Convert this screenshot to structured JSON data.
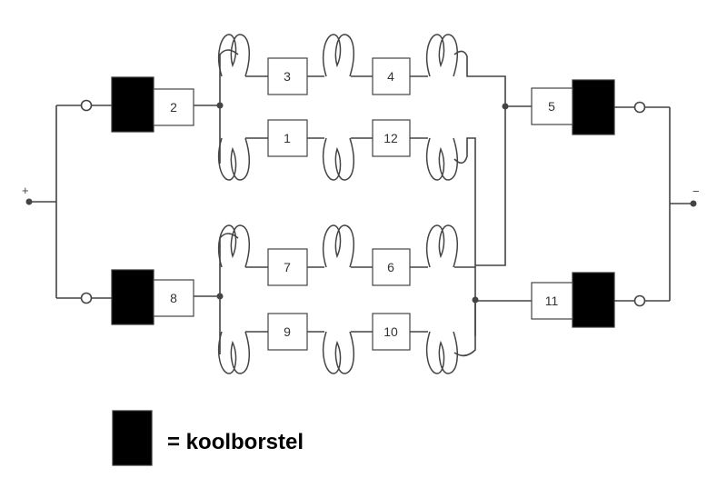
{
  "terminals": {
    "plus": "+",
    "minus": "−"
  },
  "segments": [
    "1",
    "2",
    "3",
    "4",
    "5",
    "6",
    "7",
    "8",
    "9",
    "10",
    "11",
    "12"
  ],
  "legend": {
    "text": "= koolborstel"
  }
}
